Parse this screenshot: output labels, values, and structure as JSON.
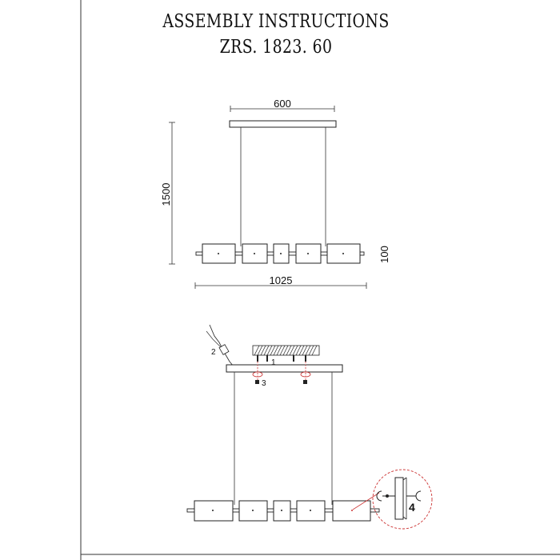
{
  "header": {
    "title": "ASSEMBLY INSTRUCTIONS",
    "model": "ZRS. 1823. 60"
  },
  "dimensions": {
    "top_width": "600",
    "total_height": "1500",
    "bar_height": "100",
    "bar_length": "1025"
  },
  "steps": {
    "s1": "1",
    "s2": "2",
    "s3": "3",
    "s4": "4"
  },
  "colors": {
    "line": "#222222",
    "accent": "#cc3333"
  }
}
